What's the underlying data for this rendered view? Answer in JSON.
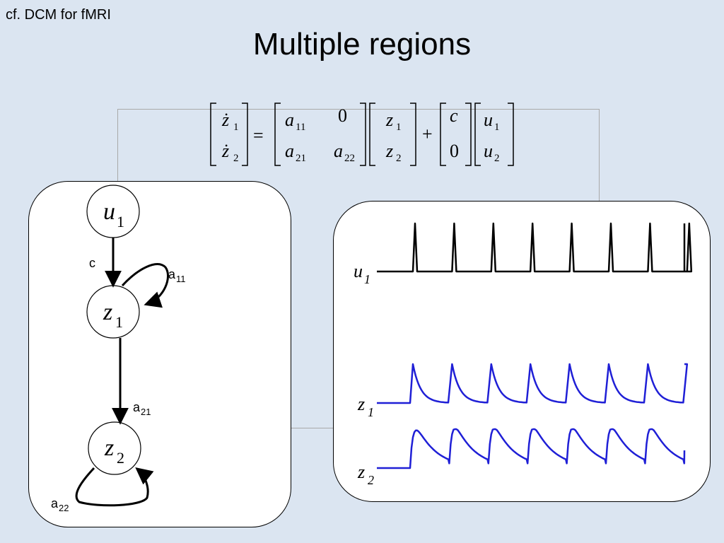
{
  "header": {
    "corner_note": "cf. DCM for fMRI",
    "title": "Multiple regions"
  },
  "equation": {
    "lhs": [
      "ż",
      "ż"
    ],
    "lhs_sub": [
      "1",
      "2"
    ],
    "A": [
      [
        "a",
        "0"
      ],
      [
        "a",
        "a"
      ]
    ],
    "A_sub": [
      [
        "11",
        ""
      ],
      [
        "21",
        "22"
      ]
    ],
    "z": [
      "z",
      "z"
    ],
    "z_sub": [
      "1",
      "2"
    ],
    "C": [
      "c",
      "0"
    ],
    "u": [
      "u",
      "u"
    ],
    "u_sub": [
      "1",
      "2"
    ],
    "equals": "=",
    "plus": "+"
  },
  "network": {
    "nodes": [
      {
        "name": "u",
        "sub": "1"
      },
      {
        "name": "z",
        "sub": "1"
      },
      {
        "name": "z",
        "sub": "2"
      }
    ],
    "edges": [
      {
        "label": "c",
        "sub": ""
      },
      {
        "label": "a",
        "sub": "11"
      },
      {
        "label": "a",
        "sub": "21"
      },
      {
        "label": "a",
        "sub": "22"
      }
    ]
  },
  "signals": [
    {
      "name": "u",
      "sub": "1",
      "color": "#000000",
      "kind": "impulse",
      "pulses": 8
    },
    {
      "name": "z",
      "sub": "1",
      "color": "#1f1fd6",
      "kind": "fast-decay",
      "pulses": 8
    },
    {
      "name": "z",
      "sub": "2",
      "color": "#1f1fd6",
      "kind": "slow-rise-decay",
      "pulses": 8
    }
  ]
}
